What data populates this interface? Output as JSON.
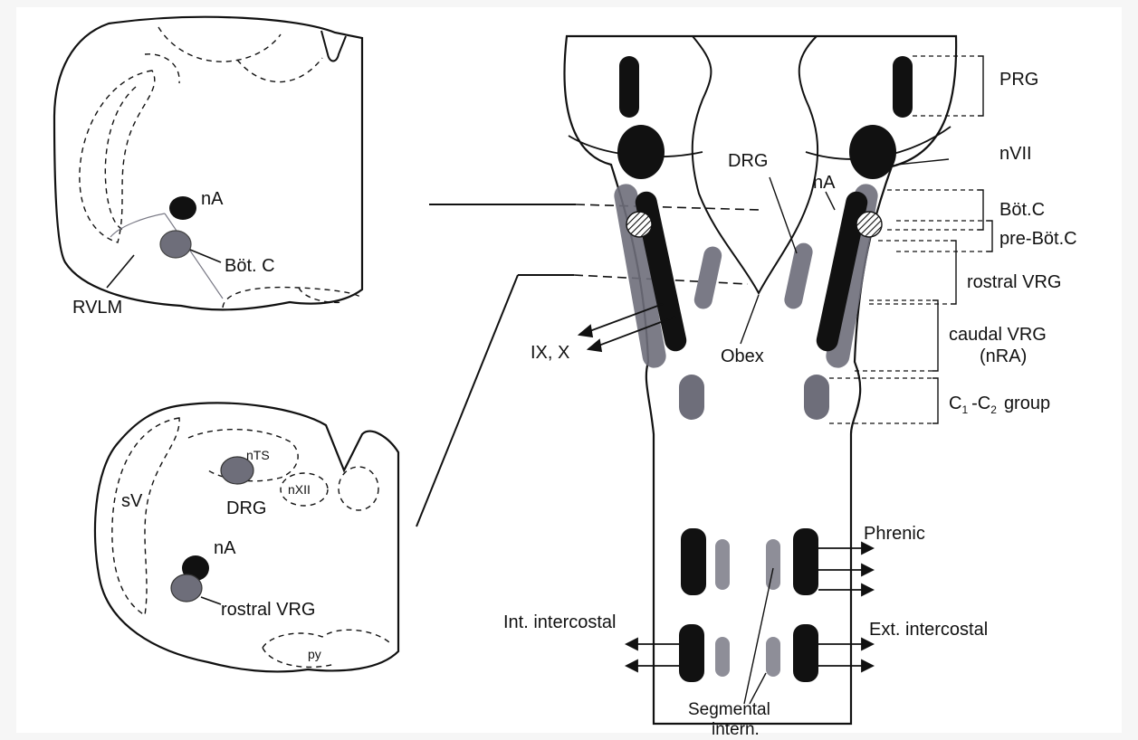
{
  "figure": {
    "upper_section": {
      "labels": {
        "nA": "nA",
        "botc": "Böt. C",
        "rvlm": "RVLM"
      }
    },
    "lower_section": {
      "labels": {
        "sv": "sV",
        "nts": "nTS",
        "nxii": "nXII",
        "drg": "DRG",
        "na": "nA",
        "rostral_vrg": "rostral VRG",
        "py": "py"
      }
    },
    "brainstem": {
      "labels": {
        "prg": "PRG",
        "nvii": "nVII",
        "drg": "DRG",
        "na": "nA",
        "botc": "Böt.C",
        "pre_botc": "pre-Böt.C",
        "rostral_vrg": "rostral VRG",
        "caudal_vrg": "caudal VRG",
        "nra": "(nRA)",
        "ix_x": "IX, X",
        "obex": "Obex",
        "c1c2_c": "C",
        "c1c2_sub1": "1",
        "c1c2_dash": "-C",
        "c1c2_sub2": "2",
        "c1c2_group": "group",
        "phrenic": "Phrenic",
        "int_intercostal": "Int. intercostal",
        "ext_intercostal": "Ext. intercostal",
        "segmental": "Segmental",
        "intern": "intern."
      }
    },
    "colors": {
      "ink": "#111111",
      "gray_nucleus": "#6e6e7a",
      "light_gray": "#8e8e98",
      "paper": "#ffffff"
    }
  }
}
